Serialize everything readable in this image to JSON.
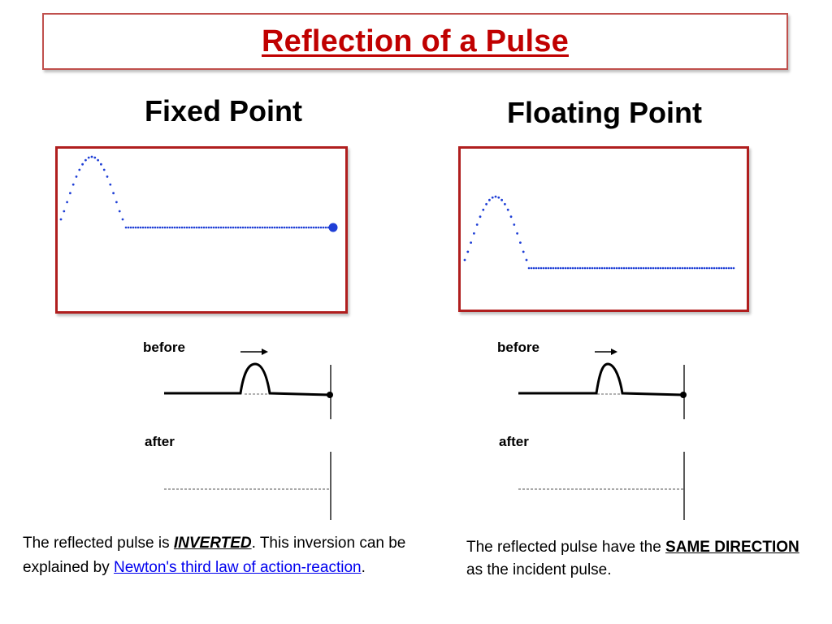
{
  "title": "Reflection of a Pulse",
  "columns": {
    "fixed": {
      "heading": "Fixed Point",
      "before_label": "before",
      "after_label": "after",
      "caption": {
        "text_1": "The reflected pulse is ",
        "emphasis": "INVERTED",
        "text_2": ". This inversion can be explained by ",
        "link_text": "Newton's third law of action-reaction",
        "text_3": "."
      }
    },
    "floating": {
      "heading": "Floating Point",
      "before_label": "before",
      "after_label": "after",
      "caption": {
        "text_1": "The reflected pulse have the ",
        "emphasis": "SAME DIRECTION ",
        "text_2": "as the incident pulse."
      }
    }
  },
  "colors": {
    "title": "#c00000",
    "box_border": "#b01e1e",
    "pulse_dots": "#1f3fd6",
    "link": "#0000ee"
  }
}
